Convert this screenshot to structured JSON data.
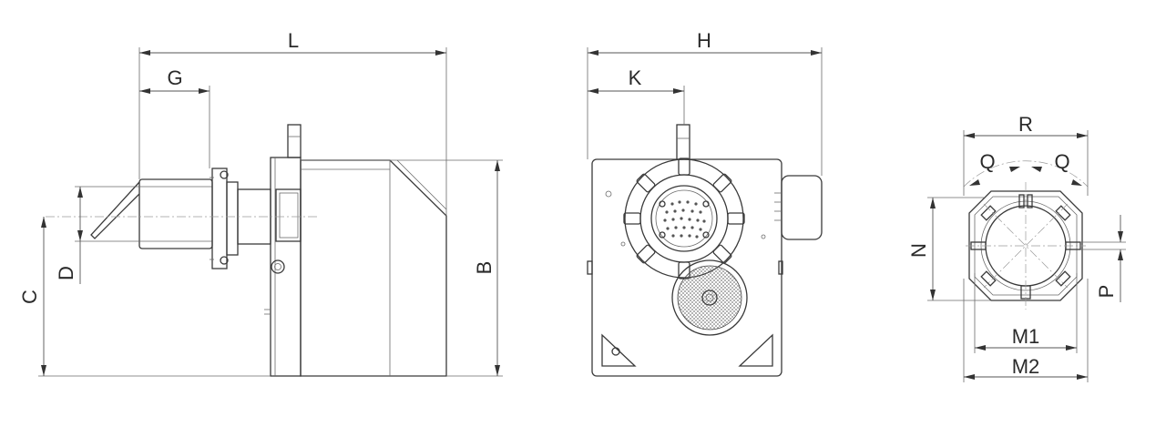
{
  "dimension_labels": {
    "L": "L",
    "G": "G",
    "B": "B",
    "C": "C",
    "D": "D",
    "H": "H",
    "K": "K",
    "R": "R",
    "Q_left": "Q",
    "Q_right": "Q",
    "N": "N",
    "P": "P",
    "M1": "M1",
    "M2": "M2"
  },
  "colors": {
    "line": "#3a3a3a",
    "dimension": "#555555",
    "background": "#ffffff"
  }
}
